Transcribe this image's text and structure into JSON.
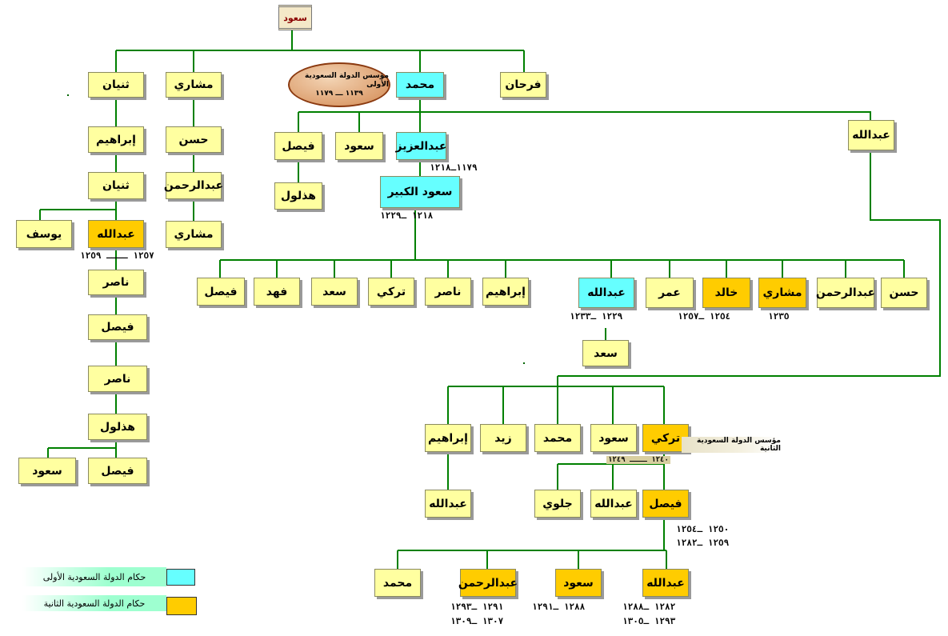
{
  "colors": {
    "node": "#ffffa0",
    "first_state": "#66ffff",
    "second_state": "#ffcc00",
    "line": "#008000"
  },
  "root": "سعود",
  "founder1": {
    "title": "مؤسس الدولة السعودية الأولى",
    "dates": "١١٣٩ ـــ ١١٧٩"
  },
  "founder2": {
    "title": "مؤسس الدولة السعودية الثانية"
  },
  "names": {
    "thunayyan": "ثنيان",
    "mishari1": "مشاري",
    "muhammad": "محمد",
    "farhan": "فرحان",
    "ibrahim_a": "إبراهيم",
    "hasan_a": "حسن",
    "thunayyan2": "ثنيان",
    "abdulrahman_a": "عبدالرحمن",
    "abdullah_t": "عبدالله",
    "yusuf": "يوسف",
    "mishari2": "مشاري",
    "nasir1": "ناصر",
    "faisal_t1": "فيصل",
    "nasir2": "ناصر",
    "hathlul_t": "هذلول",
    "faisal_t2": "فيصل",
    "saud_t": "سعود",
    "faisal_m": "فيصل",
    "saud_m": "سعود",
    "abdulaziz": "عبدالعزيز",
    "hathlul_m": "هذلول",
    "saud_kabir": "سعود الكبير",
    "abdullah_m": "عبدالله",
    "faisal_k": "فيصل",
    "fahd_k": "فهد",
    "saad_k": "سعد",
    "turki_k": "تركي",
    "nasir_k": "ناصر",
    "ibrahim_k": "إبراهيم",
    "abdullah_k": "عبدالله",
    "umar_k": "عمر",
    "khalid_k": "خالد",
    "mishari_k": "مشاري",
    "abdulrahman_k": "عبدالرحمن",
    "hasan_k": "حسن",
    "saad_a": "سعد",
    "ibrahim_b": "إبراهيم",
    "zaid": "زيد",
    "muhammad_b": "محمد",
    "saud_b": "سعود",
    "turki": "تركي",
    "abdullah_ib": "عبدالله",
    "jalawi": "جلوي",
    "abdullah_b": "عبدالله",
    "faisal": "فيصل",
    "muhammad_f": "محمد",
    "abdulrahman_f": "عبدالرحمن",
    "saud_f": "سعود",
    "abdullah_f": "عبدالله"
  },
  "dates": {
    "abdullah_t": "١٢٥٧ ــــ ١٢٥٩",
    "abdulaziz": "١١٧٩ـ١٢١٨",
    "saud_kabir": "١٢١٨ ـ١٢٢٩",
    "abdullah_k": "١٢٢٩ ـ١٢٣٣",
    "khalid_k": "١٢٥٤ ـ١٢٥٧",
    "mishari_k": "١٢٣٥",
    "turki": "١٢٤٠ ــــ ١٢٤٩",
    "faisal_1": "١٢٥٠ ـ١٢٥٤",
    "faisal_2": "١٢٥٩ ـ١٢٨٢",
    "abdulrahman_1": "١٢٩١ ـ١٢٩٣",
    "abdulrahman_2": "١٣٠٧ ـ١٣٠٩",
    "saud_f": "١٢٨٨ ـ١٢٩١",
    "abdullah_1": "١٢٨٢ ـ١٢٨٨",
    "abdullah_2": "١٢٩٣ ـ١٣٠٥"
  },
  "legend": {
    "first": "حكام الدولة السعودية الأولى",
    "second": "حكام الدولة السعودية الثانية"
  }
}
